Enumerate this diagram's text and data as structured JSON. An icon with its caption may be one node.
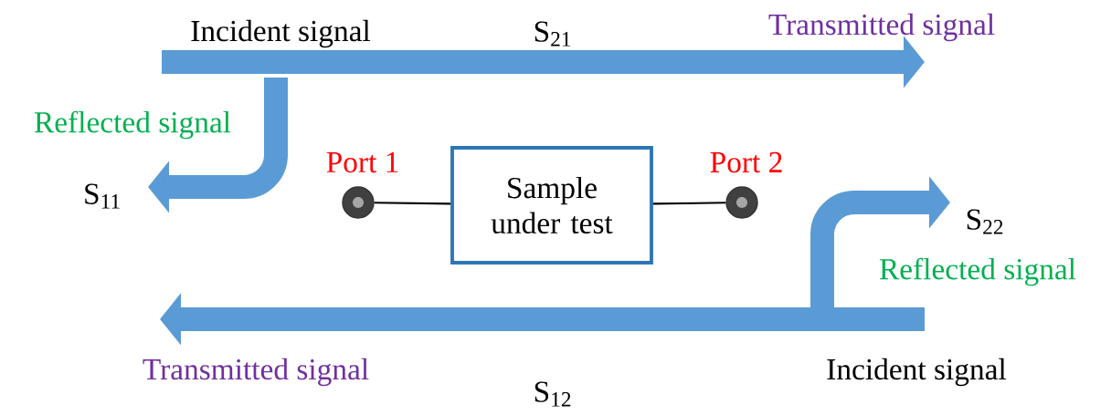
{
  "diagram": {
    "nodes": [
      {
        "text": [],
        "shape": "circle",
        "beside": [
          "Port 1"
        ]
      },
      {
        "text": [
          "Sample under test"
        ]
      },
      {
        "text": [],
        "shape": "circle",
        "beside": [
          "Port 2"
        ]
      }
    ],
    "edges": [
      {
        "from": 0,
        "to": 1,
        "arrow": "none"
      },
      {
        "from": 1,
        "to": 2,
        "arrow": "none"
      }
    ],
    "labels": [
      "Incident signal",
      "S$_{21}$",
      "Transmitted signal",
      "Reflected signal",
      "S$_{11}$",
      "S$_{22}$",
      "Reflected signal",
      "Transmitted signal",
      "Incident signal",
      "S$_{12}$"
    ]
  }
}
